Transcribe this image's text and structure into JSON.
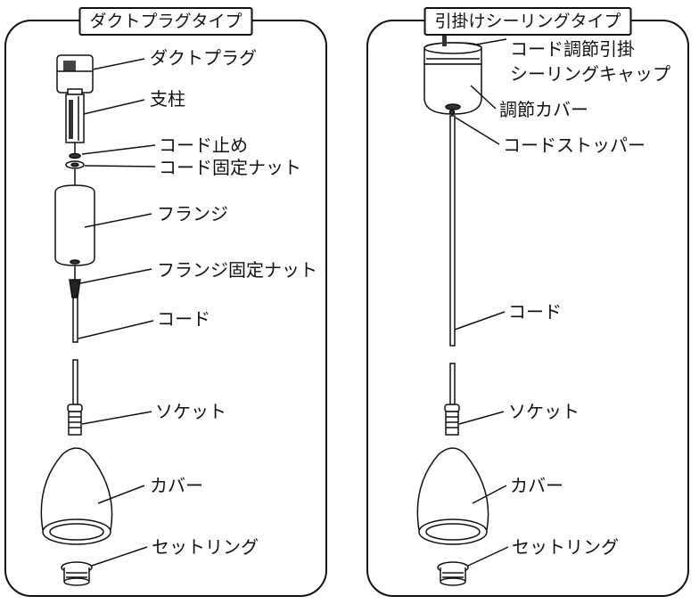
{
  "left": {
    "title": "ダクトプラグタイプ",
    "labels": {
      "duct_plug": "ダクトプラグ",
      "post": "支柱",
      "cord_stopper": "コード止め",
      "cord_fix_nut": "コード固定ナット",
      "flange": "フランジ",
      "flange_fix_nut": "フランジ固定ナット",
      "cord": "コード",
      "socket": "ソケット",
      "cover": "カバー",
      "set_ring": "セットリング"
    }
  },
  "right": {
    "title": "引掛けシーリングタイプ",
    "labels": {
      "cap_line1": "コード調節引掛",
      "cap_line2": "シーリングキャップ",
      "adjust_cover": "調節カバー",
      "cord_stopper": "コードストッパー",
      "cord": "コード",
      "socket": "ソケット",
      "cover": "カバー",
      "set_ring": "セットリング"
    }
  }
}
